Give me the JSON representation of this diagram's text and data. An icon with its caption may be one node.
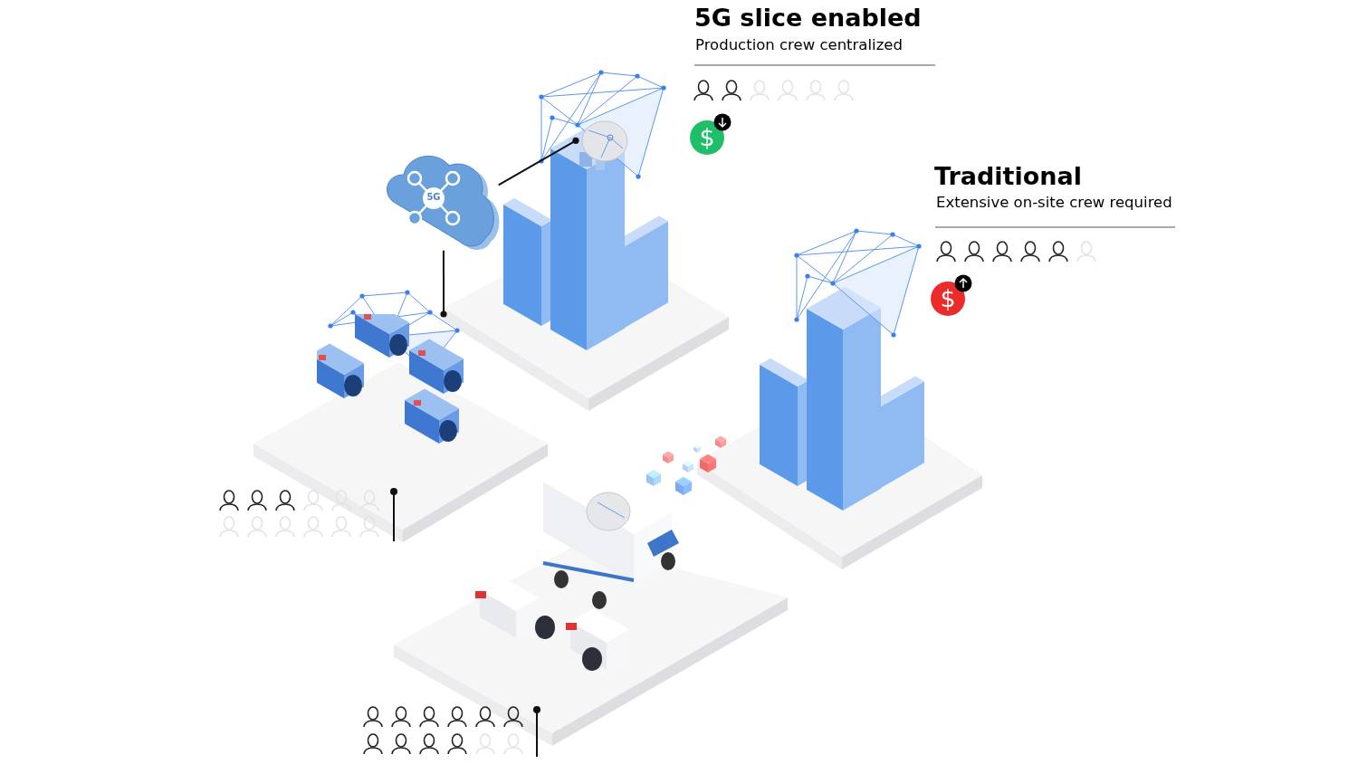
{
  "diagram": {
    "nodes": [
      {
        "text": [
          "5G"
        ]
      },
      {
        "text": [],
        "shape": "picture"
      },
      {
        "text": [],
        "shape": "picture"
      }
    ],
    "edges": [
      {
        "from": 0,
        "to": 1,
        "arrow": "other"
      },
      {
        "from": 0,
        "to": 2,
        "arrow": "other"
      }
    ],
    "labels": [
      "5G slice enabled",
      "Production crew centralized",
      "$",
      "Traditional",
      "Extensive on-site crew required",
      "$"
    ]
  }
}
